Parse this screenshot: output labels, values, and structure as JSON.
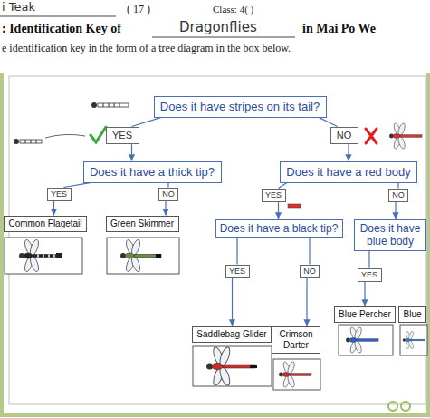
{
  "diagram": {
    "title": ": Identification Key of",
    "nodes": [
      {
        "text": [
          "Does it have stripes on its tail?"
        ]
      },
      {
        "text": [
          "YES"
        ]
      },
      {
        "text": [
          "NO"
        ]
      },
      {
        "text": [
          "Does it have a thick tip?"
        ]
      },
      {
        "text": [
          "Does it have a red body"
        ]
      },
      {
        "text": [
          "YES"
        ]
      },
      {
        "text": [
          "NO"
        ]
      },
      {
        "text": [
          "Common Flagetail"
        ]
      },
      {
        "text": [
          "Green Skimmer"
        ]
      },
      {
        "text": [
          "YES"
        ]
      },
      {
        "text": [
          "NO"
        ]
      },
      {
        "text": [
          "Does it have a black tip?"
        ]
      },
      {
        "text": [
          "Does it have blue body"
        ]
      },
      {
        "text": [
          "YES"
        ]
      },
      {
        "text": [
          "NO"
        ]
      },
      {
        "text": [
          "YES"
        ]
      },
      {
        "text": [
          "Saddlebag Glider"
        ]
      },
      {
        "text": [
          "Crimson Darter"
        ]
      },
      {
        "text": [
          "Blue Percher"
        ]
      },
      {
        "text": [
          "Blue"
        ]
      }
    ],
    "edges": [
      {
        "from": 0,
        "to": 1,
        "arrow": "none"
      },
      {
        "from": 1,
        "to": 3,
        "arrow": "to"
      },
      {
        "from": 0,
        "to": 2,
        "arrow": "none"
      },
      {
        "from": 2,
        "to": 4,
        "arrow": "to"
      },
      {
        "from": 3,
        "to": 5,
        "arrow": "none"
      },
      {
        "from": 5,
        "to": 7,
        "arrow": "to"
      },
      {
        "from": 3,
        "to": 6,
        "arrow": "none"
      },
      {
        "from": 6,
        "to": 8,
        "arrow": "to"
      },
      {
        "from": 4,
        "to": 9,
        "arrow": "none"
      },
      {
        "from": 9,
        "to": 11,
        "arrow": "to"
      },
      {
        "from": 4,
        "to": 10,
        "arrow": "none"
      },
      {
        "from": 10,
        "to": 12,
        "arrow": "to"
      },
      {
        "from": 11,
        "to": 13,
        "arrow": "none"
      },
      {
        "from": 13,
        "to": 16,
        "arrow": "to"
      },
      {
        "from": 11,
        "to": 14,
        "arrow": "none"
      },
      {
        "from": 14,
        "to": 17,
        "arrow": "to"
      },
      {
        "from": 12,
        "to": 15,
        "arrow": "none"
      },
      {
        "from": 15,
        "to": 18,
        "arrow": "to"
      }
    ],
    "labels": [
      "i Teak",
      "( 17 )",
      "Class: 4( )",
      "Dragonflies",
      "in Mai Po We",
      "e identification key in the form of a tree diagram in the box below."
    ]
  }
}
